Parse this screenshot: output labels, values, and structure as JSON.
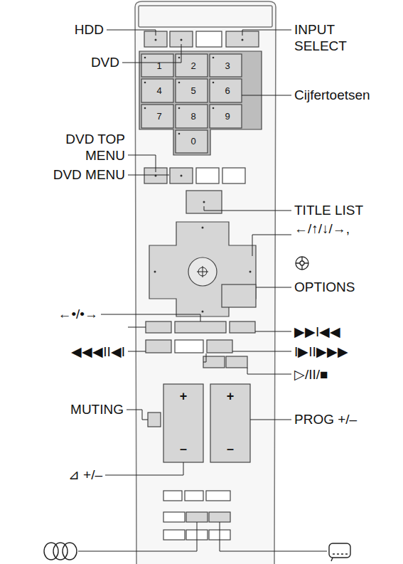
{
  "diagram": {
    "labels": [
      "HDD",
      "DVD",
      "INPUT SELECT",
      "Cijfertoetsen",
      "DVD TOP MENU",
      "DVD MENU",
      "TITLE LIST",
      "←/↑/↓/→,",
      "OPTIONS",
      "←•/•→",
      "▶▶I◀◀",
      "◀◀◀II◀I",
      "I▶II▶▶▶",
      "▷/II/■",
      "MUTING",
      "PROG +/–",
      "⊿ +/–",
      "1",
      "2",
      "3",
      "4",
      "5",
      "6",
      "7",
      "8",
      "9",
      "0",
      "+",
      "–",
      "+",
      "–"
    ]
  }
}
